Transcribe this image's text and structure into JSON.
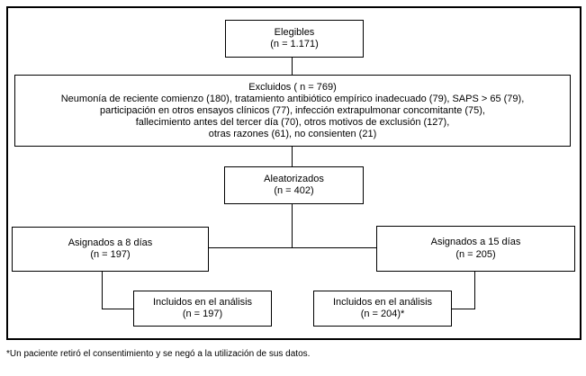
{
  "diagram": {
    "type": "flowchart",
    "language": "es",
    "colors": {
      "background": "#ffffff",
      "line": "#000000",
      "text": "#000000"
    },
    "boxes": {
      "elegibles": {
        "line1": "Elegibles",
        "line2": "(n = 1.171)"
      },
      "excluidos": {
        "title": "Excluidos ( n = 769)",
        "lines": [
          "Neumonía de reciente comienzo (180), tratamiento antibiótico empírico inadecuado (79), SAPS > 65 (79),",
          "participación en otros ensayos clínicos (77), infección extrapulmonar concomitante (75),",
          "fallecimiento antes del tercer día (70), otros motivos de exclusión (127),",
          "otras razones (61), no consienten (21)"
        ]
      },
      "aleatorizados": {
        "line1": "Aleatorizados",
        "line2": "(n = 402)"
      },
      "asignados_8_dias": {
        "line1": "Asignados a 8 días",
        "line2": "(n = 197)"
      },
      "asignados_15_dias": {
        "line1": "Asignados a 15 días",
        "line2": "(n = 205)"
      },
      "incluidos_analisis_8": {
        "line1": "Incluidos en el análisis",
        "line2": "(n = 197)"
      },
      "incluidos_analisis_15": {
        "line1": "Incluidos en el análisis",
        "line2": "(n = 204)*"
      }
    },
    "footnote": "*Un paciente retiró el consentimiento y se negó a la utilización de sus datos."
  }
}
